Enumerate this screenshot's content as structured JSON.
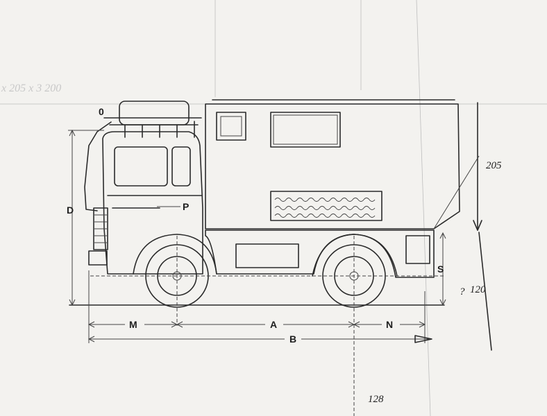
{
  "sketch": {
    "labels": {
      "D": "D",
      "P": "P",
      "S": "S",
      "M": "M",
      "A": "A",
      "N": "N",
      "B": "B",
      "O": "0"
    },
    "notes": {
      "height_205": "205",
      "height_120": "120",
      "length_128": "128",
      "faint_top_left": "x 205 x 3 200",
      "question_mark": "?"
    }
  }
}
